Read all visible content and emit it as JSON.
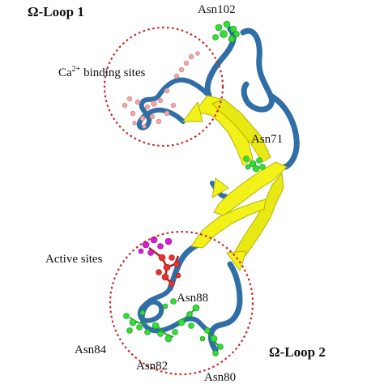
{
  "labels": {
    "loop1": "Ω-Loop 1",
    "loop2": "Ω-Loop 2",
    "ca_sites_pre": "Ca",
    "ca_sites_sup": "2+",
    "ca_sites_post": " binding sites",
    "active_sites": "Active sites",
    "asn102": "Asn102",
    "asn71": "Asn71",
    "asn88": "Asn88",
    "asn84": "Asn84",
    "asn82": "Asn82",
    "asn80": "Asn80"
  },
  "colors": {
    "coil": "#2f6ea6",
    "coil_dark": "#1f4f7d",
    "strand": "#f2f21a",
    "strand_edge": "#b5b500",
    "asn_atoms": "#33dd33",
    "ca_atoms": "#f0a6a6",
    "active_red": "#e83030",
    "active_magenta": "#d020d0",
    "circle": "#cc2222"
  }
}
